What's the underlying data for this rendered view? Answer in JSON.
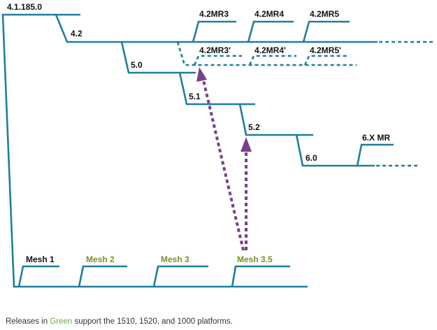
{
  "labels": {
    "root": "4.1.185.0",
    "r42": "4.2",
    "r42mr3": "4.2MR3",
    "r42mr4": "4.2MR4",
    "r42mr5": "4.2MR5",
    "r42mr3p": "4.2MR3'",
    "r42mr4p": "4.2MR4'",
    "r42mr5p": "4.2MR5'",
    "r50": "5.0",
    "r51": "5.1",
    "r52": "5.2",
    "r60": "6.0",
    "r6xmr": "6.X MR",
    "mesh1": "Mesh 1",
    "mesh2": "Mesh 2",
    "mesh3": "Mesh 3",
    "mesh35": "Mesh 3.5"
  },
  "footnote": {
    "before": "Releases in ",
    "highlight": "Green",
    "after": " support the 1510, 1520, and 1000 platforms."
  },
  "colors": {
    "branch": "#1f7e9e",
    "arrow": "#7b3f8e",
    "green_label": "#7c8f2e",
    "green_text": "#6aaa3a"
  }
}
